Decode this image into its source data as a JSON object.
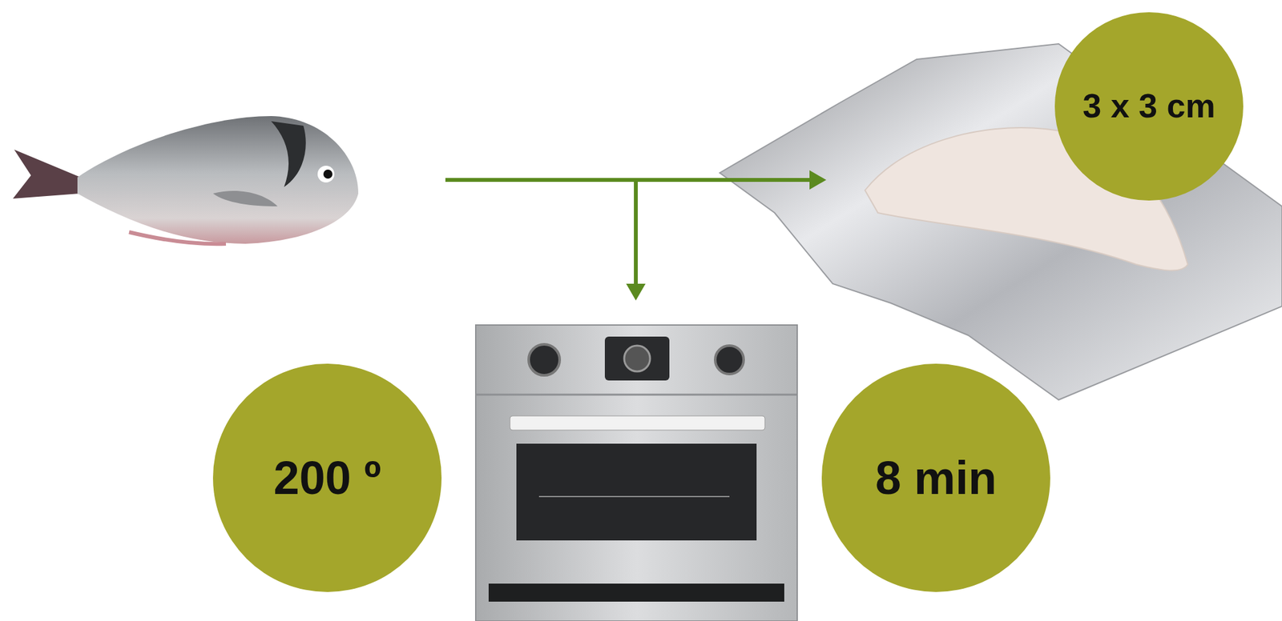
{
  "diagram": {
    "nodes": [
      {
        "text": [
          "3 x 3 cm"
        ]
      },
      {
        "text": [
          "200 º"
        ]
      },
      {
        "text": [
          "8 min"
        ]
      }
    ]
  }
}
